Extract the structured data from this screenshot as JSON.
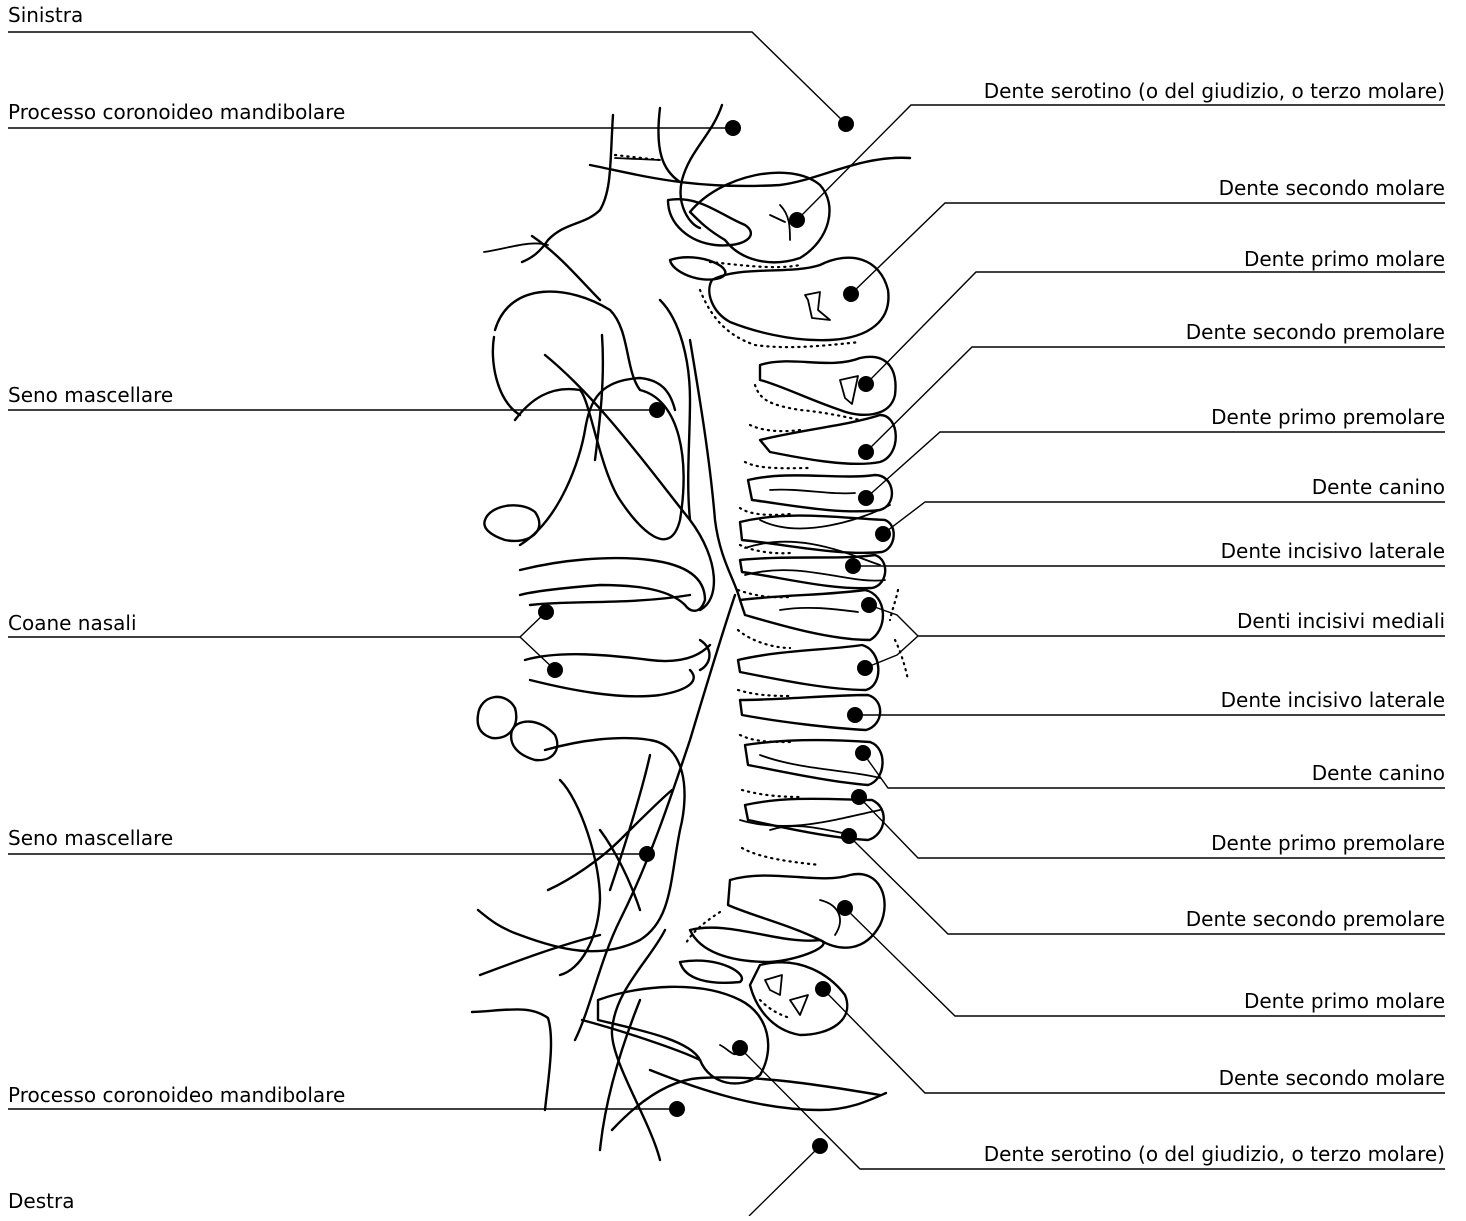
{
  "labels": {
    "sinistra": "Sinistra",
    "destra": "Destra",
    "left_top_coronoid": "Processo coronoideo mandibolare",
    "left_top_sinus": "Seno mascellare",
    "left_choanae": "Coane nasali",
    "left_bottom_sinus": "Seno mascellare",
    "left_bottom_coronoid": "Processo coronoideo mandibolare",
    "r01": "Dente serotino (o del giudizio, o terzo molare)",
    "r02": "Dente secondo molare",
    "r03": "Dente primo molare",
    "r04": "Dente secondo premolare",
    "r05": "Dente primo premolare",
    "r06": "Dente canino",
    "r07": "Dente incisivo laterale",
    "r08": "Denti incisivi mediali",
    "r09": "Dente incisivo laterale",
    "r10": "Dente canino",
    "r11": "Dente primo premolare",
    "r12": "Dente secondo premolare",
    "r13": "Dente primo molare",
    "r14": "Dente secondo molare",
    "r15": "Dente serotino (o del giudizio, o terzo molare)"
  }
}
